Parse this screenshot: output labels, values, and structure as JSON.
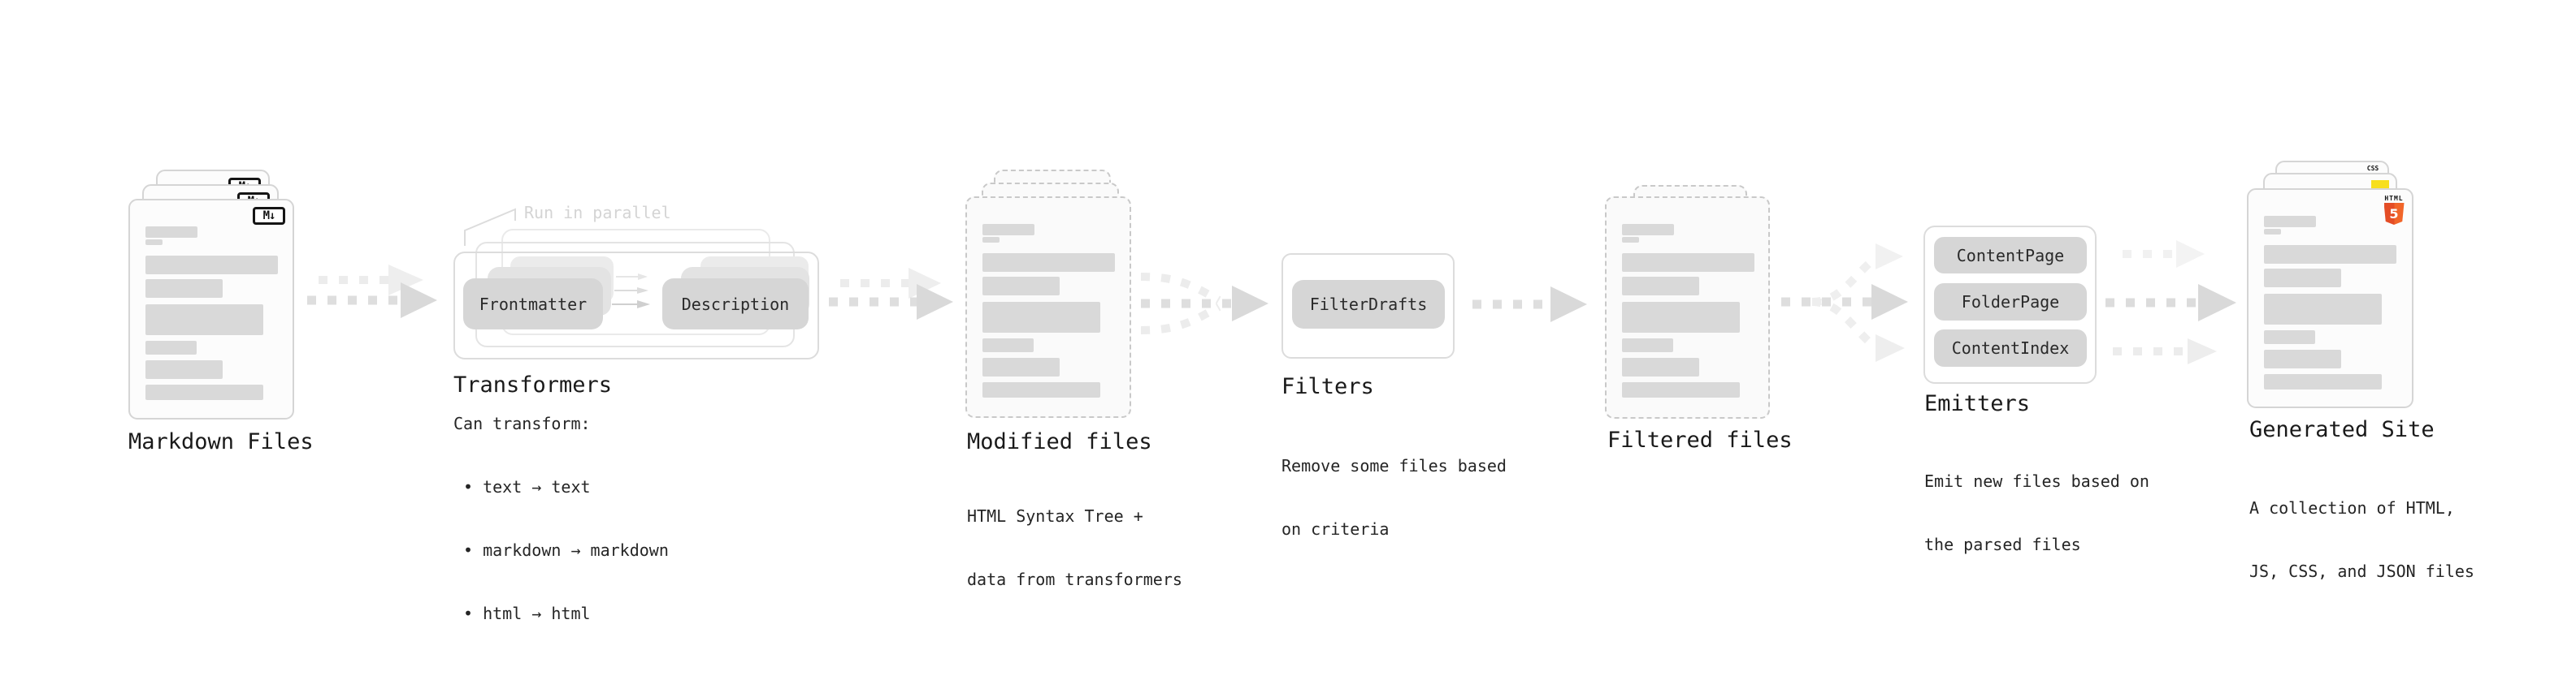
{
  "stages": {
    "markdown": {
      "label": "Markdown Files",
      "badge": "M↓"
    },
    "transformers": {
      "note": "Run in parallel",
      "source_pill": "Frontmatter",
      "target_pill": "Description",
      "label": "Transformers",
      "desc_heading": "Can transform:",
      "bullets": [
        "• text → text",
        "• markdown → markdown",
        "• html → html"
      ]
    },
    "modified": {
      "label": "Modified files",
      "desc_lines": [
        "HTML Syntax Tree +",
        "data from transformers"
      ]
    },
    "filters": {
      "pill": "FilterDrafts",
      "label": "Filters",
      "desc_lines": [
        "Remove some files based",
        "on criteria"
      ]
    },
    "filtered": {
      "label": "Filtered files"
    },
    "emitters": {
      "pills": [
        "ContentPage",
        "FolderPage",
        "ContentIndex"
      ],
      "label": "Emitters",
      "desc_lines": [
        "Emit new files based on",
        "the parsed files"
      ]
    },
    "generated": {
      "label": "Generated Site",
      "desc_lines": [
        "A collection of HTML,",
        "JS, CSS, and JSON files"
      ],
      "badges": {
        "css_label": "CSS",
        "html_label": "HTML",
        "html_number": "5"
      }
    }
  },
  "colors": {
    "html5_orange": "#e44d26",
    "html5_orange_light": "#f16529",
    "js_yellow": "#f7df1e",
    "css_blue": "#2760e6",
    "pill_gray": "#d6d6d6",
    "bar_gray": "#d9d9d9",
    "arrow_gray": "#dedede",
    "arrow_faint": "#ececec",
    "text_dark": "#1d1d1d",
    "note_gray": "#d4d4d4"
  }
}
